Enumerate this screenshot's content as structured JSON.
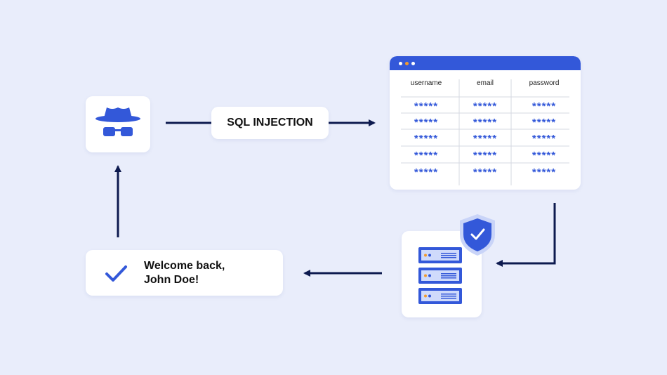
{
  "flow": {
    "attack_label": "SQL INJECTION",
    "welcome_line1": "Welcome back,",
    "welcome_line2": "John Doe!"
  },
  "database_table": {
    "headers": [
      "username",
      "email",
      "password"
    ],
    "rows": [
      [
        "*****",
        "*****",
        "*****"
      ],
      [
        "*****",
        "*****",
        "*****"
      ],
      [
        "*****",
        "*****",
        "*****"
      ],
      [
        "*****",
        "*****",
        "*****"
      ],
      [
        "*****",
        "*****",
        "*****"
      ]
    ]
  },
  "icons": {
    "hacker": "spy-hacker-icon",
    "shield": "shield-check-icon",
    "server": "server-icon",
    "success": "checkmark-icon"
  },
  "colors": {
    "background": "#e9edfb",
    "accent": "#3358d9",
    "arrow": "#0d1a4f",
    "window_dots": [
      "#ffffff",
      "#f29a2e",
      "#ffffff"
    ]
  }
}
